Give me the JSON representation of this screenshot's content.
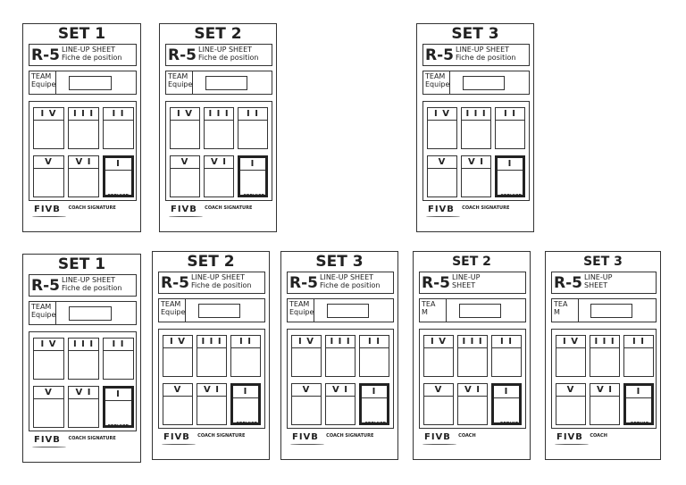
{
  "cards": [
    {
      "set": "SET 1",
      "r5": "R-5",
      "sheet_line1": "LINE-UP SHEET",
      "sheet_line2": "Fiche de position",
      "team": "TEAM",
      "team2": "Equipe",
      "positions": [
        "I V",
        "I I I",
        "I I",
        "V",
        "V I",
        "I"
      ],
      "service": "SERVICE",
      "logo": "FIVB",
      "coach": "COACH SIGNATURE"
    },
    {
      "set": "SET 2",
      "r5": "R-5",
      "sheet_line1": "LINE-UP SHEET",
      "sheet_line2": "Fiche de position",
      "team": "TEAM",
      "team2": "Equipe",
      "positions": [
        "I V",
        "I I I",
        "I I",
        "V",
        "V I",
        "I"
      ],
      "service": "SERVICE",
      "logo": "FIVB",
      "coach": "COACH SIGNATURE"
    },
    {
      "set": "SET 3",
      "r5": "R-5",
      "sheet_line1": "LINE-UP SHEET",
      "sheet_line2": "Fiche de position",
      "team": "TEAM",
      "team2": "Equipe",
      "positions": [
        "I V",
        "I I I",
        "I I",
        "V",
        "V I",
        "I"
      ],
      "service": "SERVICE",
      "logo": "FIVB",
      "coach": "COACH SIGNATURE"
    },
    {
      "set": "SET 1",
      "r5": "R-5",
      "sheet_line1": "LINE-UP SHEET",
      "sheet_line2": "Fiche de position",
      "team": "TEAM",
      "team2": "Equipe",
      "positions": [
        "I V",
        "I I I",
        "I I",
        "V",
        "V I",
        "I"
      ],
      "service": "SERVICE",
      "logo": "FIVB",
      "coach": "COACH SIGNATURE"
    },
    {
      "set": "SET 2",
      "r5": "R-5",
      "sheet_line1": "LINE-UP SHEET",
      "sheet_line2": "Fiche de position",
      "team": "TEAM",
      "team2": "Equipe",
      "positions": [
        "I V",
        "I I I",
        "I I",
        "V",
        "V I",
        "I"
      ],
      "service": "SERVICE",
      "logo": "FIVB",
      "coach": "COACH SIGNATURE"
    },
    {
      "set": "SET 3",
      "r5": "R-5",
      "sheet_line1": "LINE-UP SHEET",
      "sheet_line2": "Fiche de position",
      "team": "TEAM",
      "team2": "Equipe",
      "positions": [
        "I V",
        "I I I",
        "I I",
        "V",
        "V I",
        "I"
      ],
      "service": "SERVICE",
      "logo": "FIVB",
      "coach": "COACH SIGNATURE"
    },
    {
      "set": "SET 2",
      "r5": "R-5",
      "sheet_line1": "LINE-UP",
      "sheet_line2": "SHEET",
      "team": "TEA",
      "team2": "M",
      "positions": [
        "I V",
        "I I I",
        "I I",
        "V",
        "V I",
        "I"
      ],
      "service": "SERVIC",
      "logo": "FIVB",
      "coach": "COACH"
    },
    {
      "set": "SET 3",
      "r5": "R-5",
      "sheet_line1": "LINE-UP",
      "sheet_line2": "SHEET",
      "team": "TEA",
      "team2": "M",
      "positions": [
        "I V",
        "I I I",
        "I I",
        "V",
        "V I",
        "I"
      ],
      "service": "SERVIC",
      "logo": "FIVB",
      "coach": "COACH"
    }
  ]
}
